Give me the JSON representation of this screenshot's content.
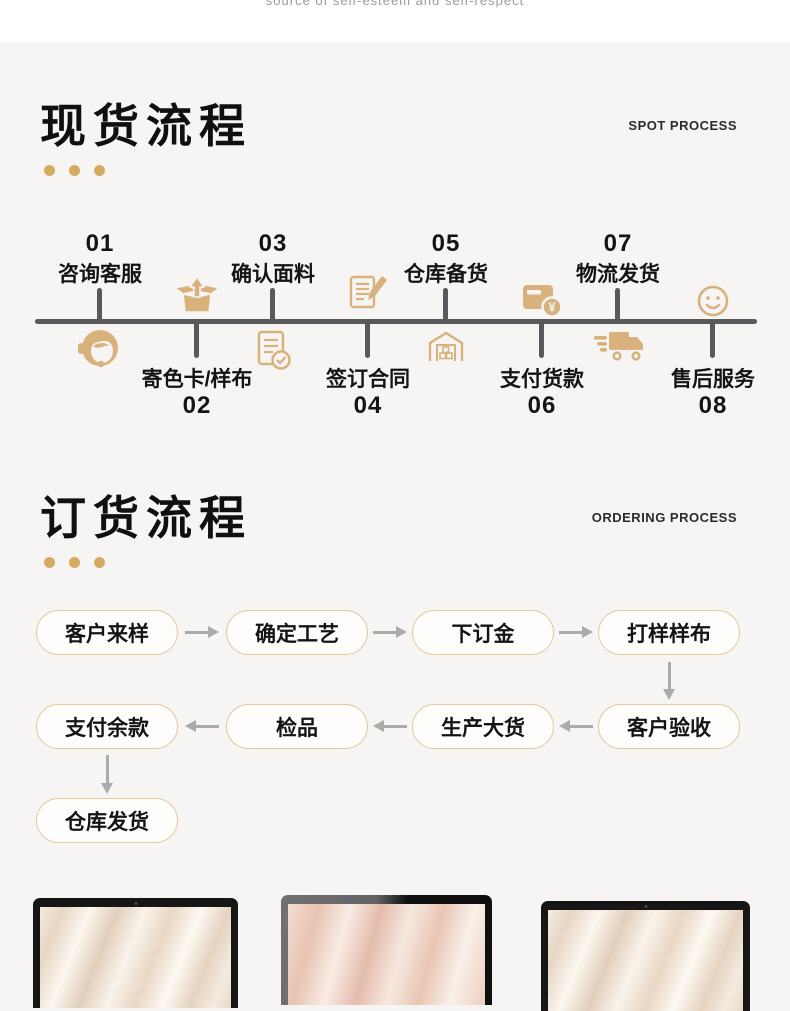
{
  "top_note": "source of self-esteem and self-respect",
  "spot": {
    "title": "现货流程",
    "subtitle": "SPOT PROCESS",
    "steps": [
      {
        "number": "01",
        "label": "咨询客服",
        "icon": "customer-service-icon",
        "side": "top"
      },
      {
        "number": "02",
        "label": "寄色卡/样布",
        "icon": "box-icon",
        "side": "bottom"
      },
      {
        "number": "03",
        "label": "确认面料",
        "icon": "doc-check-icon",
        "side": "top"
      },
      {
        "number": "04",
        "label": "签订合同",
        "icon": "doc-pencil-icon",
        "side": "bottom"
      },
      {
        "number": "05",
        "label": "仓库备货",
        "icon": "warehouse-icon",
        "side": "top"
      },
      {
        "number": "06",
        "label": "支付货款",
        "icon": "payment-icon",
        "side": "bottom"
      },
      {
        "number": "07",
        "label": "物流发货",
        "icon": "truck-icon",
        "side": "top"
      },
      {
        "number": "08",
        "label": "售后服务",
        "icon": "smile-icon",
        "side": "bottom"
      }
    ]
  },
  "ordering": {
    "title": "订货流程",
    "subtitle": "ORDERING PROCESS",
    "row1": [
      "客户来样",
      "确定工艺",
      "下订金",
      "打样样布"
    ],
    "row2": [
      "支付余款",
      "检品",
      "生产大货",
      "客户验收"
    ],
    "row3": [
      "仓库发货"
    ]
  },
  "monitors": [
    "silk-fabric-screen",
    "silk-fabric-screen",
    "silk-fabric-screen"
  ],
  "colors": {
    "accent_gold": "#D8B17C",
    "dot_gold": "#D5AB62",
    "pill_border": "#E3C99B",
    "timeline_gray": "#59595B",
    "arrow_gray": "#ABABAB",
    "background": "#F6F5F3",
    "top_strip": "#FFFFFF"
  }
}
